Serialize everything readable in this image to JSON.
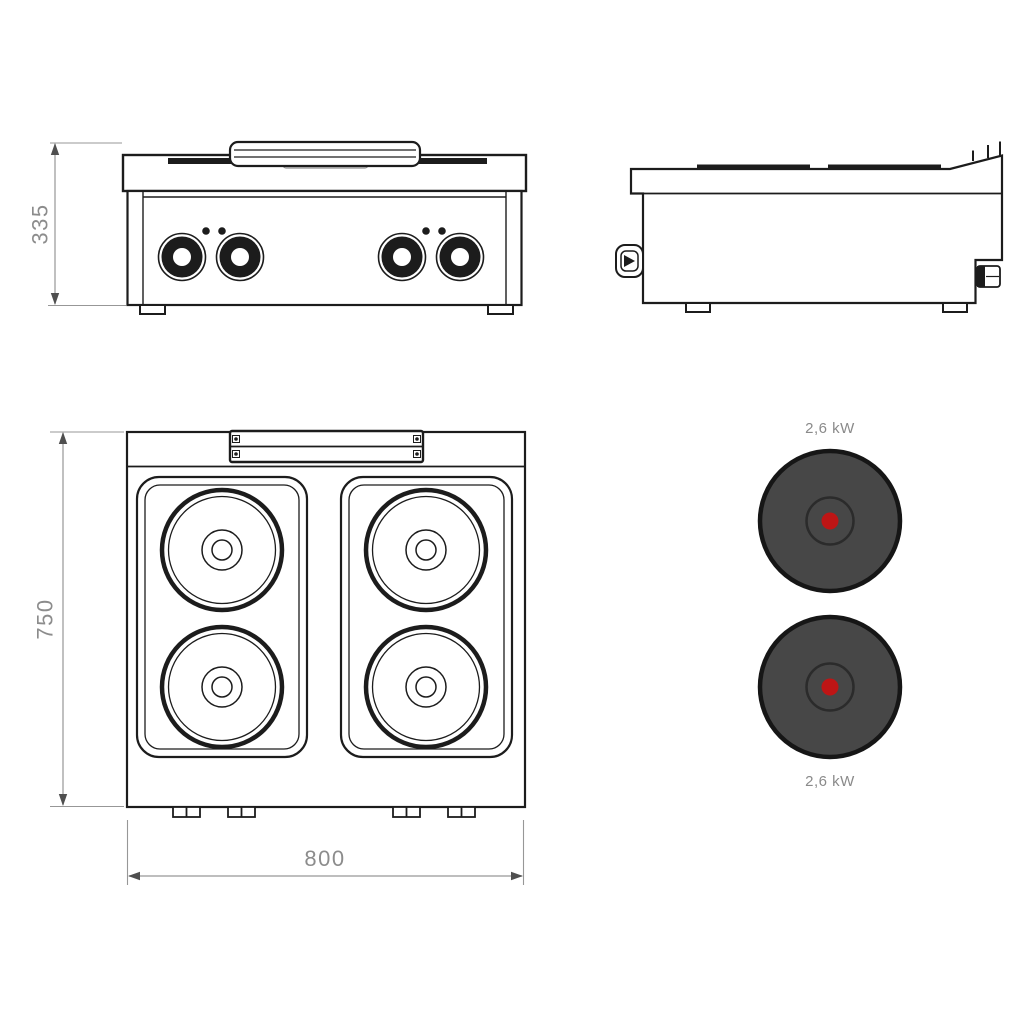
{
  "drawing": {
    "dimensions": {
      "front_height_mm": "335",
      "top_depth_mm": "750",
      "top_width_mm": "800"
    },
    "hotplate_detail": {
      "top_plate_power": "2,6 kW",
      "bottom_plate_power": "2,6 kW"
    },
    "colors": {
      "line": "#1c1c1c",
      "dim_line": "#979797",
      "dim_text": "#8c8c8c",
      "dim_arrow": "#4f4f4f",
      "plate_fill": "#474747",
      "plate_rim": "#161616",
      "plate_inner_ring": "#2b2b2b",
      "plate_dot_red": "#be1515",
      "background": "#ffffff"
    }
  }
}
